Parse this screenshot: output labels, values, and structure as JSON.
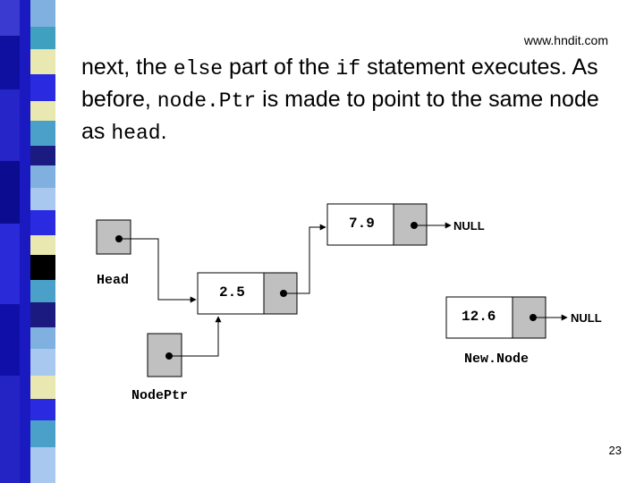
{
  "header": {
    "site": "www.hndit.com"
  },
  "text": {
    "seg1": "next, the ",
    "code1": "else",
    "seg2": " part of the ",
    "code2": "if",
    "seg3": " statement executes. As before, ",
    "code3": "node.Ptr",
    "seg4": " is made to point to the same node as ",
    "code4": "head",
    "seg5": "."
  },
  "diagram": {
    "head_label": "Head",
    "nodeptr_label": "NodePtr",
    "newnode_label": "New.Node",
    "node1_value": "2.5",
    "node2_value": "7.9",
    "newnode_value": "12.6",
    "null1": "NULL",
    "null2": "NULL"
  },
  "footer": {
    "page": "23"
  },
  "colors": {
    "ptr_box": "#c0c0c0",
    "border": "#000000"
  }
}
